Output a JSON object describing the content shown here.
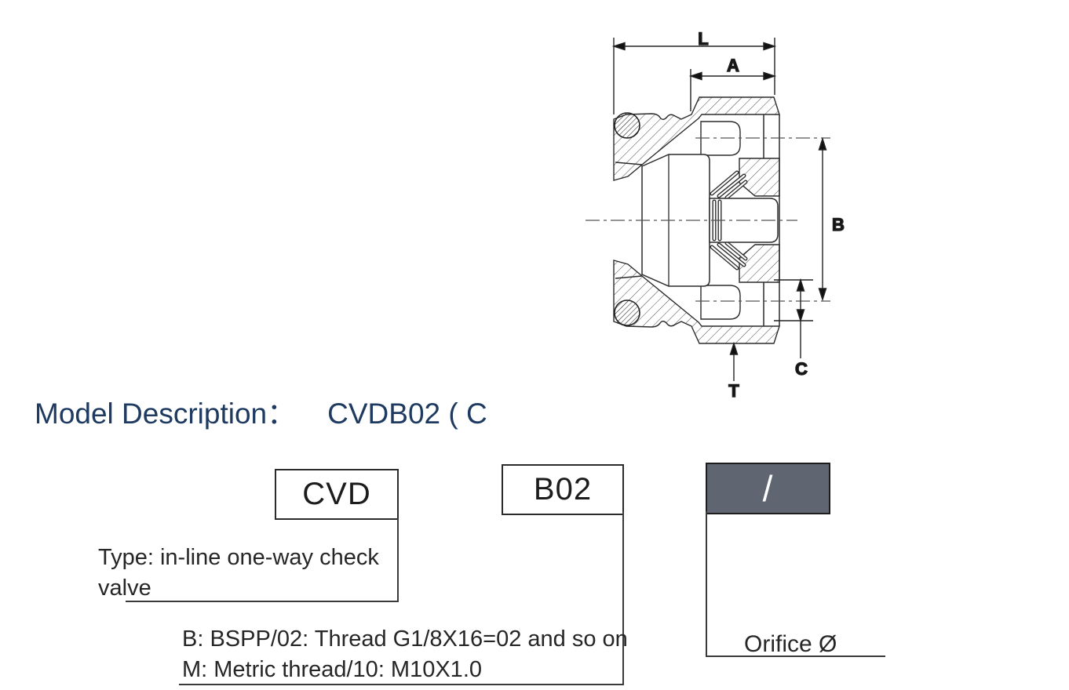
{
  "header": {
    "label": "Model Description：",
    "code": "CVDB02 ( C"
  },
  "drawing": {
    "description": "cross-section of in-line one-way check valve cartridge",
    "dims": {
      "L": "L",
      "A": "A",
      "B": "B",
      "C": "C",
      "T": "T"
    }
  },
  "boxes": {
    "cvd": {
      "label": "CVD"
    },
    "b02": {
      "label": "B02"
    },
    "orifice": {
      "label": "/"
    }
  },
  "descriptions": {
    "cvd": {
      "line1": "Type: in-line one-way check",
      "line2": "valve"
    },
    "b02": {
      "line1": "B: BSPP/02: Thread G1/8X16=02 and so on",
      "line2": "M: Metric thread/10: M10X1.0"
    },
    "orifice": {
      "label": "Orifice Ø"
    }
  },
  "colors": {
    "title": "#1e3a60",
    "filled_box": "#5f6672",
    "line": "#2b2b2b"
  }
}
